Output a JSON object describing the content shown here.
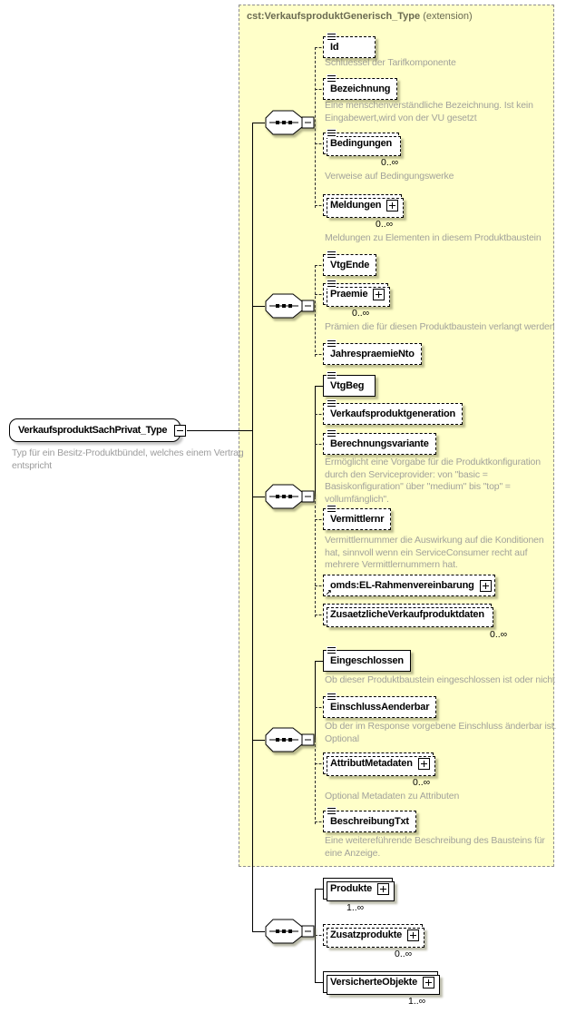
{
  "panel": {
    "type_name": "cst:VerkaufsproduktGenerisch_Type",
    "kind_suffix": " (extension)",
    "background": "#FFFFC9"
  },
  "root": {
    "label": "VerkaufsproduktSachPrivat_Type",
    "annotation": "Typ für ein Besitz-Produktbündel, welches einem Vertrag entspricht"
  },
  "icons": {
    "expand-icon": "plus square",
    "collapse-icon": "minus square",
    "sequence-icon": "octagon with three dots",
    "type-contents-icon": "three horizontal lines",
    "reference-icon": "north-east arrow"
  },
  "colors": {
    "panel_bg": "#FFFFC9",
    "annotation_text": "#A2A29B",
    "header_text": "#6B6B52",
    "box_border": "#000000"
  },
  "elements": {
    "id": {
      "label": "Id",
      "annotation": "Schluessel der Tarifkomponente"
    },
    "bezeichnung": {
      "label": "Bezeichnung",
      "annotation": "Eine menschenverständliche Bezeichnung. Ist kein Eingabewert,wird von der VU gesetzt"
    },
    "bedingungen": {
      "label": "Bedingungen",
      "occurrence": "0..∞",
      "annotation": "Verweise auf Bedingungswerke"
    },
    "meldungen": {
      "label": "Meldungen",
      "occurrence": "0..∞",
      "annotation": "Meldungen zu Elementen in diesem Produktbaustein"
    },
    "vtgende": {
      "label": "VtgEnde"
    },
    "praemie": {
      "label": "Praemie",
      "occurrence": "0..∞",
      "annotation": "Prämien die für diesen Produktbaustein verlangt werden"
    },
    "jahrespraemiento": {
      "label": "JahrespraemieNto"
    },
    "vtgbeg": {
      "label": "VtgBeg"
    },
    "verkaufsproduktgeneration": {
      "label": "Verkaufsproduktgeneration"
    },
    "berechnungsvariante": {
      "label": "Berechnungsvariante",
      "annotation": "Ermöglicht eine Vorgabe für die Produktkonfiguration durch den Serviceprovider: von \"basic = Basiskonfiguration\" über \"medium\" bis \"top\" = vollumfänglich\"."
    },
    "vermittlernr": {
      "label": "Vermittlernr",
      "annotation": "Vermittlernummer die Auswirkung auf die Konditionen hat, sinnvoll wenn ein ServiceConsumer recht auf mehrere Vermittlernummern hat."
    },
    "omds_el_rahmenvereinbarung": {
      "label": "omds:EL-Rahmenvereinbarung"
    },
    "zusaetzliche_verkaufproduktdaten": {
      "label": "ZusaetzlicheVerkaufproduktdaten",
      "occurrence": "0..∞"
    },
    "eingeschlossen": {
      "label": "Eingeschlossen",
      "annotation": "Ob dieser Produktbaustein eingeschlossen ist oder nicht"
    },
    "einschluss_aenderbar": {
      "label": "EinschlussAenderbar",
      "annotation": "Ob der im Response vorgebene Einschluss änderbar ist. Optional"
    },
    "attribut_metadaten": {
      "label": "AttributMetadaten",
      "occurrence": "0..∞",
      "annotation": "Optional Metadaten zu Attributen"
    },
    "beschreibung_txt": {
      "label": "BeschreibungTxt",
      "annotation": "Eine weitereführende Beschreibung des Bausteins für eine Anzeige."
    },
    "produkte": {
      "label": "Produkte",
      "occurrence": "1..∞"
    },
    "zusatzprodukte": {
      "label": "Zusatzprodukte",
      "occurrence": "0..∞"
    },
    "versicherte_objekte": {
      "label": "VersicherteObjekte",
      "occurrence": "1..∞"
    }
  }
}
